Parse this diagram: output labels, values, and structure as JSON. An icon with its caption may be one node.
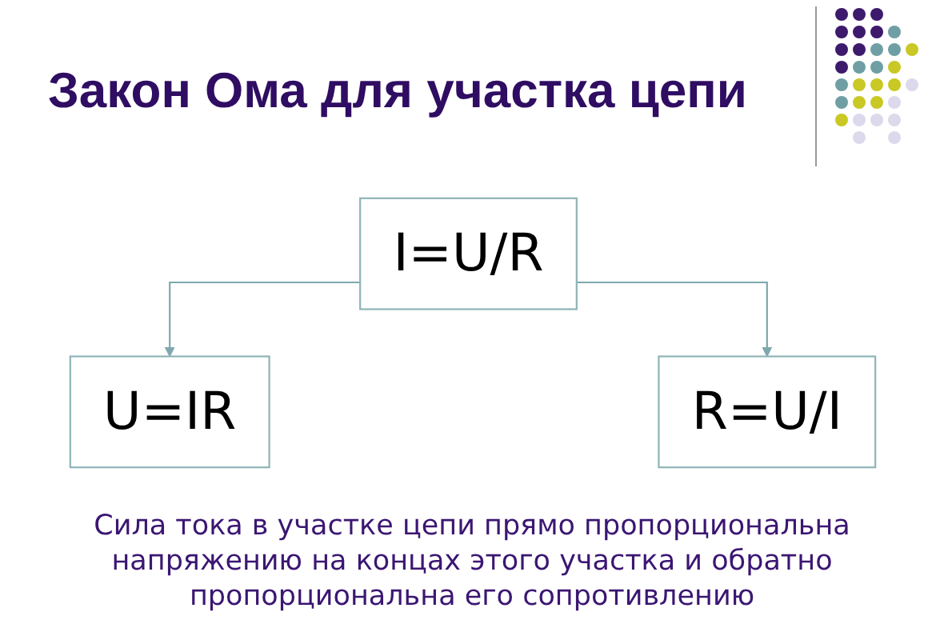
{
  "diagram": {
    "title": "Закон Ома для участка цепи",
    "nodes": [
      {
        "text": [
          "I=U/R"
        ]
      },
      {
        "text": [
          "U=IR"
        ]
      },
      {
        "text": [
          "R=U/I"
        ]
      }
    ],
    "edges": [
      {
        "from": 0,
        "to": 1,
        "arrow": "to"
      },
      {
        "from": 0,
        "to": 2,
        "arrow": "to"
      }
    ],
    "caption": "Сила тока в участке цепи прямо пропорциональна напряжению на концах этого участка и обратно пропорциональна его сопротивлению"
  }
}
